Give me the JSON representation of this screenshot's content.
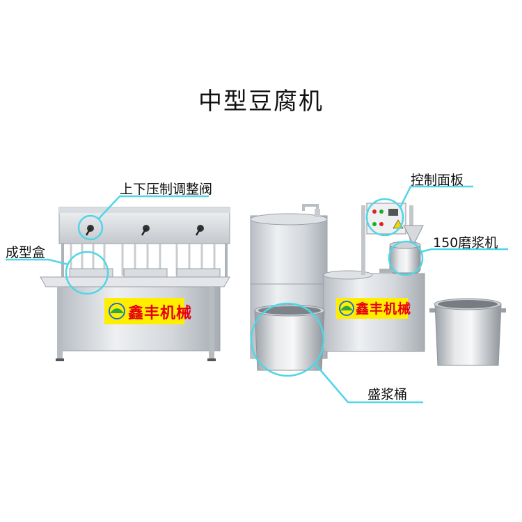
{
  "title": "中型豆腐机",
  "labels": {
    "press_valve": "上下压制调整阀",
    "mold_box": "成型盒",
    "control_panel": "控制面板",
    "grinder": "150磨浆机",
    "slurry_bucket": "盛浆桶"
  },
  "brand": {
    "left": "鑫丰机械",
    "right": "鑫丰机械"
  },
  "colors": {
    "steel_light": "#e8eaed",
    "steel_mid": "#c3c7cc",
    "steel_dark": "#8d9399",
    "callout_cyan": "#4fd6e6",
    "brand_yellow": "#ffee00",
    "brand_red": "#e60012"
  }
}
